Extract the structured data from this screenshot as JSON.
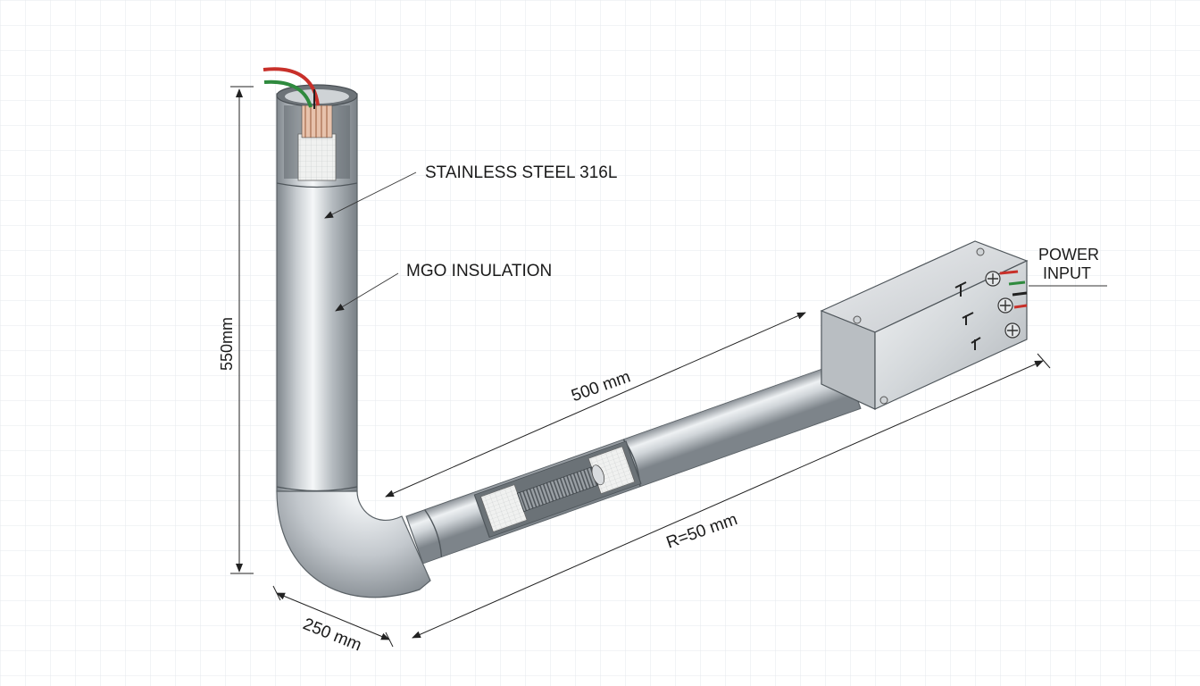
{
  "labels": {
    "sheath": "STAINLESS STEEL 316L",
    "insulation": "MGO INSULATION",
    "power_line1": "POWER",
    "power_line2": "INPUT"
  },
  "dimensions": {
    "vertical_height": "550mm",
    "horizontal_length": "500 mm",
    "bend_radius": "R=50 mm",
    "bottom_width": "250 mm"
  },
  "colors": {
    "grid": "#e6e9ec",
    "tube_dark": "#8f959b",
    "tube_light": "#f4f6f7",
    "box": "#d9dcdf",
    "wire_red": "#c8302a",
    "wire_green": "#2f8a3e"
  }
}
